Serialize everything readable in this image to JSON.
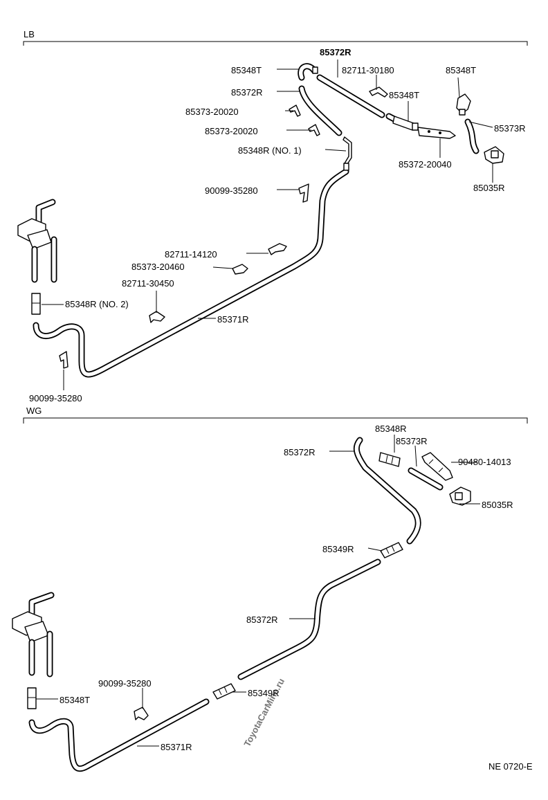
{
  "watermark": "ToyotaCarMine.ru",
  "doc_code": "NE 0720-E",
  "sections": {
    "lb": {
      "title": "LB",
      "labels": [
        "85372R",
        "85348T",
        "82711-30180",
        "85348T",
        "85372R",
        "85348T",
        "85373-20020",
        "85373R",
        "85373-20020",
        "85348R (NO. 1)",
        "85372-20040",
        "85035R",
        "90099-35280",
        "82711-14120",
        "85373-20460",
        "82711-30450",
        "85348R (NO. 2)",
        "85371R",
        "90099-35280"
      ]
    },
    "wg": {
      "title": "WG",
      "labels": [
        "85348R",
        "85373R",
        "85372R",
        "90480-14013",
        "85035R",
        "85349R",
        "85372R",
        "90099-35280",
        "85349R",
        "85348T",
        "85371R"
      ]
    }
  }
}
